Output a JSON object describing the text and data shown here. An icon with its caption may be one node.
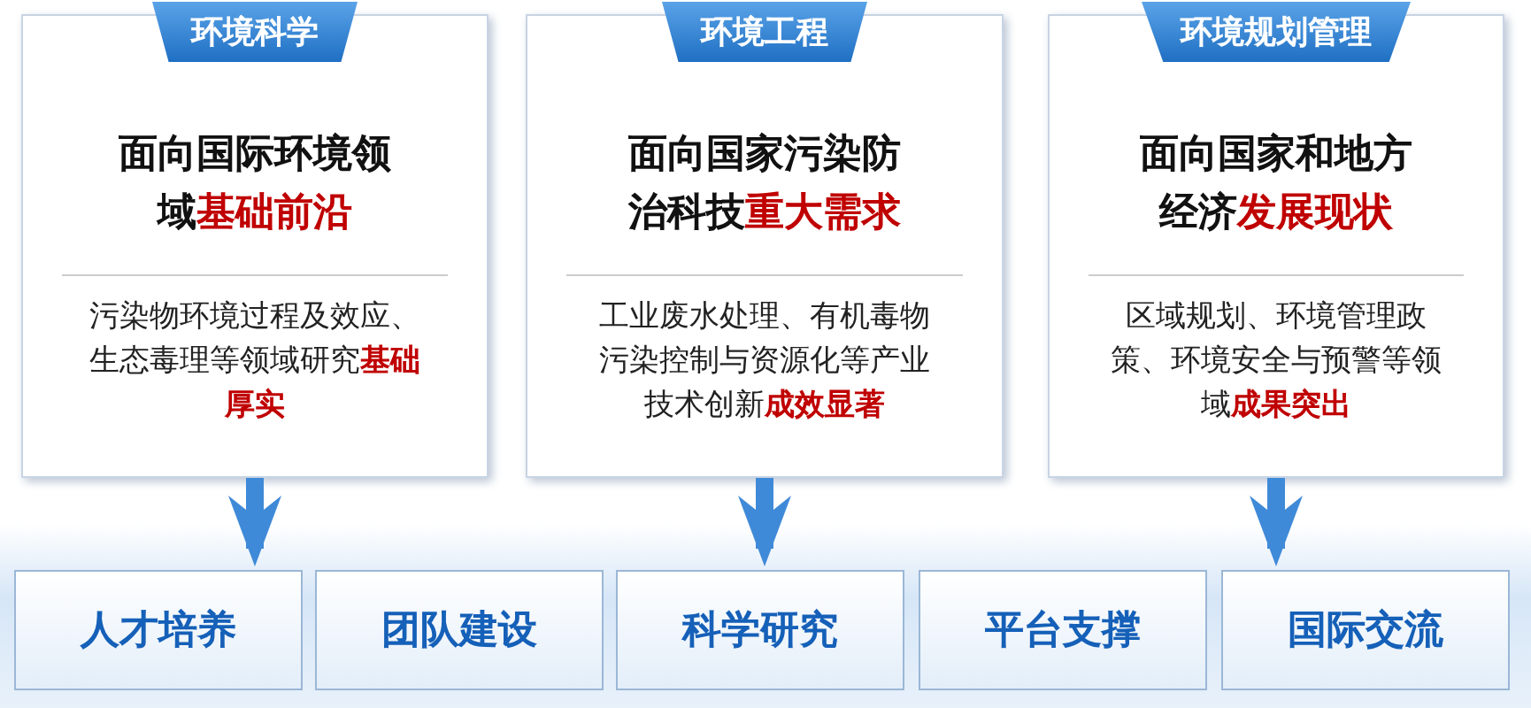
{
  "diagram": {
    "nodes": [
      {
        "text": [
          "环境科学",
          "面向国际环境领域**基础前沿**",
          "污染物环境过程及效应、生态毒理等领域研究**基础厚实**"
        ]
      },
      {
        "text": [
          "环境工程",
          "面向国家污染防治科技**重大需求**",
          "工业废水处理、有机毒物污染控制与资源化等产业技术创新**成效显著**"
        ]
      },
      {
        "text": [
          "环境规划管理",
          "面向国家和地方经济**发展现状**",
          "区域规划、环境管理政策、环境安全与预警等领域**成果突出**"
        ]
      },
      {
        "text": [],
        "shape": "bar"
      },
      {
        "text": [
          "人才培养"
        ],
        "in": 3
      },
      {
        "text": [
          "团队建设"
        ],
        "in": 3
      },
      {
        "text": [
          "科学研究"
        ],
        "in": 3
      },
      {
        "text": [
          "平台支撑"
        ],
        "in": 3
      },
      {
        "text": [
          "国际交流"
        ],
        "in": 3
      }
    ],
    "edges": [
      {
        "from": 0,
        "to": 3,
        "arrow": "to"
      },
      {
        "from": 1,
        "to": 3,
        "arrow": "to"
      },
      {
        "from": 2,
        "to": 3,
        "arrow": "to"
      }
    ]
  }
}
